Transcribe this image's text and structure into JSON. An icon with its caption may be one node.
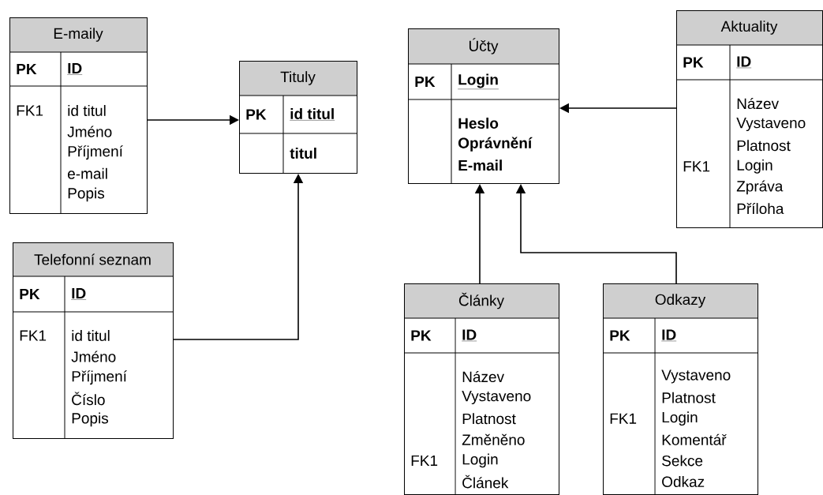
{
  "diagram": {
    "nodes": [
      {
        "text": [
          "E-maily",
          "PK",
          "ID",
          "FK1",
          "id titul",
          "Jméno",
          "Příjmení",
          "e-mail",
          "Popis"
        ]
      },
      {
        "text": [
          "Tituly",
          "PK",
          "id titul",
          "titul"
        ]
      },
      {
        "text": [
          "Účty",
          "PK",
          "Login",
          "Heslo",
          "Oprávnění",
          "E-mail"
        ]
      },
      {
        "text": [
          "Aktuality",
          "PK",
          "ID",
          "FK1",
          "Název",
          "Vystaveno",
          "Platnost",
          "Login",
          "Zpráva",
          "Příloha"
        ]
      },
      {
        "text": [
          "Telefonní seznam",
          "PK",
          "ID",
          "FK1",
          "id titul",
          "Jméno",
          "Příjmení",
          "Číslo",
          "Popis"
        ]
      },
      {
        "text": [
          "Články",
          "PK",
          "ID",
          "FK1",
          "Název",
          "Vystaveno",
          "Platnost",
          "Změněno",
          "Login",
          "Článek"
        ]
      },
      {
        "text": [
          "Odkazy",
          "PK",
          "ID",
          "FK1",
          "Vystaveno",
          "Platnost",
          "Login",
          "Komentář",
          "Sekce",
          "Odkaz"
        ]
      }
    ],
    "edges": [
      {
        "from": 0,
        "to": 1,
        "arrow": "to"
      },
      {
        "from": 4,
        "to": 1,
        "arrow": "to"
      },
      {
        "from": 3,
        "to": 2,
        "arrow": "to"
      },
      {
        "from": 5,
        "to": 2,
        "arrow": "to"
      },
      {
        "from": 6,
        "to": 2,
        "arrow": "to"
      }
    ]
  }
}
